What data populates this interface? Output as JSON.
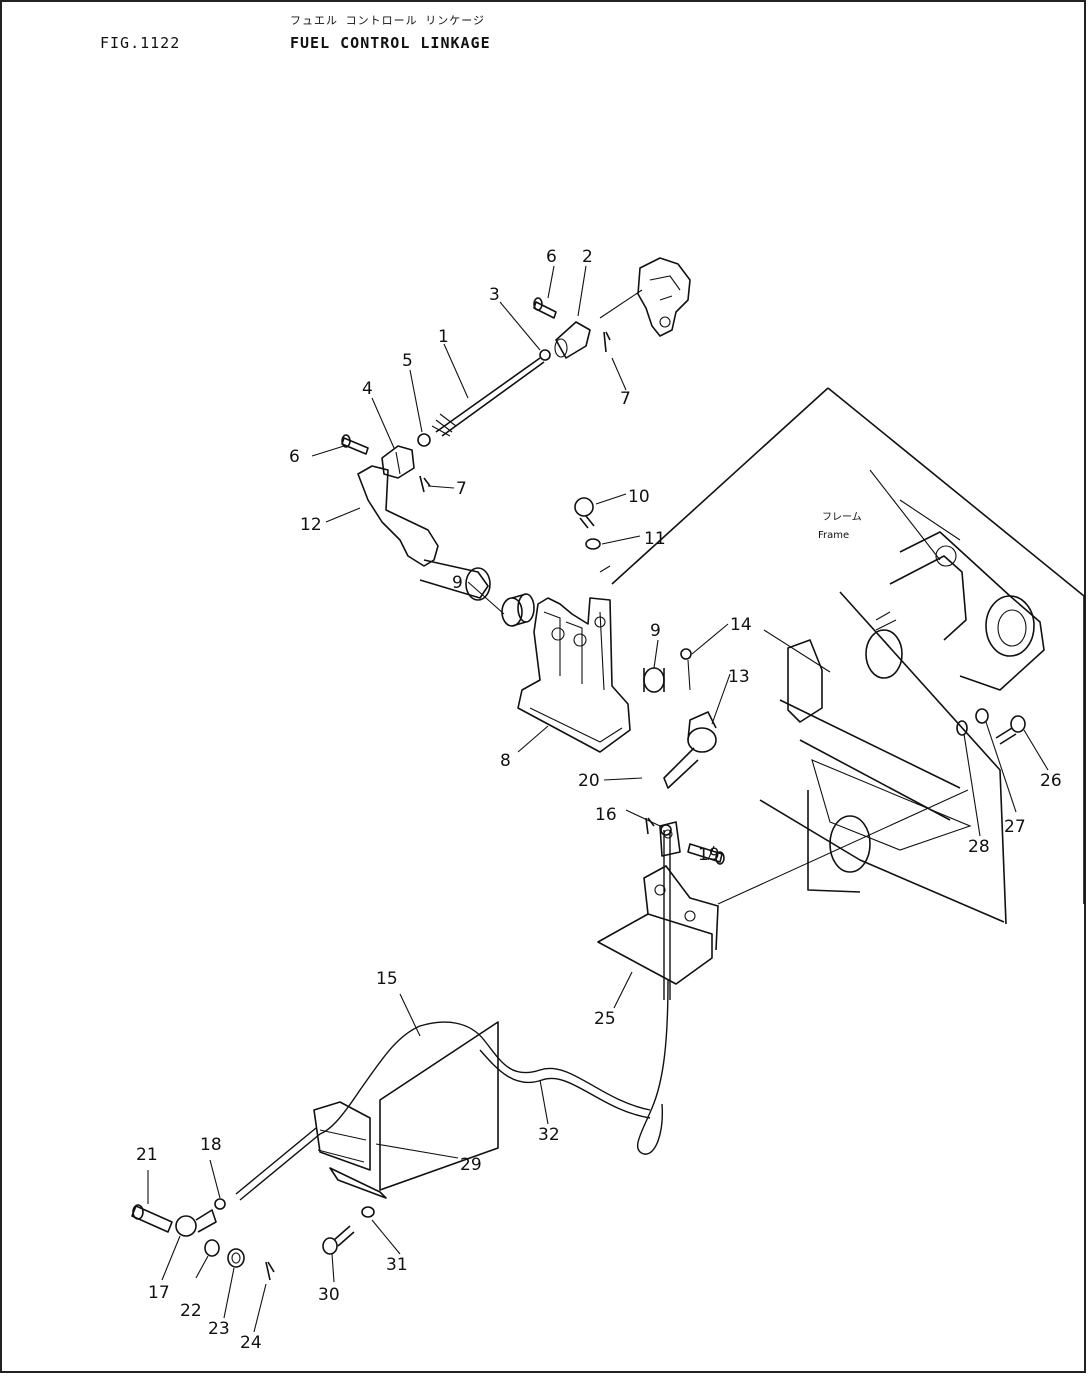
{
  "header": {
    "fig_number": "FIG.1122",
    "title_jp": "フュエル コントロール リンケージ",
    "title": "FUEL CONTROL LINKAGE"
  },
  "frame_label": {
    "jp": "フレーム",
    "en": "Frame"
  },
  "callouts": [
    {
      "id": "c1",
      "text": "1"
    },
    {
      "id": "c2",
      "text": "2"
    },
    {
      "id": "c3",
      "text": "3"
    },
    {
      "id": "c4",
      "text": "4"
    },
    {
      "id": "c5",
      "text": "5"
    },
    {
      "id": "c6a",
      "text": "6"
    },
    {
      "id": "c6b",
      "text": "6"
    },
    {
      "id": "c7a",
      "text": "7"
    },
    {
      "id": "c7b",
      "text": "7"
    },
    {
      "id": "c8",
      "text": "8"
    },
    {
      "id": "c9a",
      "text": "9"
    },
    {
      "id": "c9b",
      "text": "9"
    },
    {
      "id": "c10",
      "text": "10"
    },
    {
      "id": "c11",
      "text": "11"
    },
    {
      "id": "c12",
      "text": "12"
    },
    {
      "id": "c13",
      "text": "13"
    },
    {
      "id": "c14",
      "text": "14"
    },
    {
      "id": "c15",
      "text": "15"
    },
    {
      "id": "c16",
      "text": "16"
    },
    {
      "id": "c17",
      "text": "17"
    },
    {
      "id": "c18",
      "text": "18"
    },
    {
      "id": "c19",
      "text": "19"
    },
    {
      "id": "c20",
      "text": "20"
    },
    {
      "id": "c21",
      "text": "21"
    },
    {
      "id": "c22",
      "text": "22"
    },
    {
      "id": "c23",
      "text": "23"
    },
    {
      "id": "c24",
      "text": "24"
    },
    {
      "id": "c25",
      "text": "25"
    },
    {
      "id": "c26",
      "text": "26"
    },
    {
      "id": "c27",
      "text": "27"
    },
    {
      "id": "c28",
      "text": "28"
    },
    {
      "id": "c29",
      "text": "29"
    },
    {
      "id": "c30",
      "text": "30"
    },
    {
      "id": "c31",
      "text": "31"
    },
    {
      "id": "c32",
      "text": "32"
    }
  ]
}
